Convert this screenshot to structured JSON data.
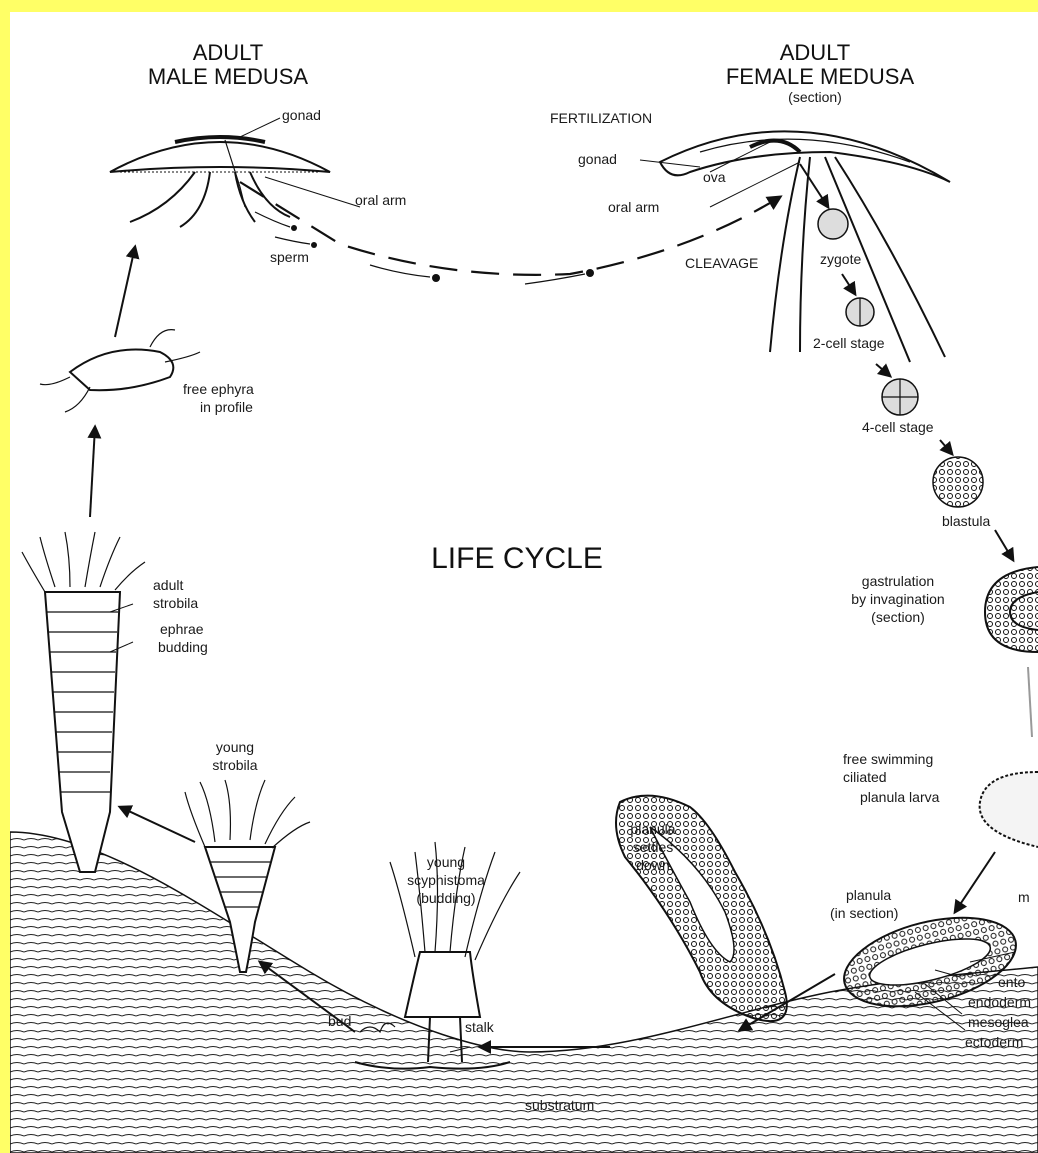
{
  "diagram": {
    "title": "LIFE CYCLE",
    "stages": {
      "male_medusa": {
        "line1": "ADULT",
        "line2": "MALE MEDUSA"
      },
      "female_medusa": {
        "line1": "ADULT",
        "line2": "FEMALE MEDUSA",
        "line3": "(section)"
      }
    },
    "labels": {
      "gonad_male": "gonad",
      "oral_arm_male": "oral arm",
      "sperm": "sperm",
      "fertilization": "FERTILIZATION",
      "gonad_female": "gonad",
      "ova": "ova",
      "oral_arm_female": "oral arm",
      "cleavage": "CLEAVAGE",
      "zygote": "zygote",
      "two_cell": "2-cell stage",
      "four_cell": "4-cell stage",
      "blastula": "blastula",
      "gastrulation_1": "gastrulation",
      "gastrulation_2": "by invagination",
      "gastrulation_3": "(section)",
      "planula_larva_1": "free swimming",
      "planula_larva_2": "ciliated",
      "planula_larva_3": "planula larva",
      "planula_section_1": "planula",
      "planula_section_2": "(in section)",
      "layer_1": "ento",
      "layer_2": "endoderm",
      "layer_3": "mesoglea",
      "layer_4": "ectoderm",
      "layer_edge": "m",
      "settles_1": "planula",
      "settles_2": "settles",
      "settles_3": "down",
      "scyphistoma_1": "young",
      "scyphistoma_2": "scyphistoma",
      "scyphistoma_3": "(budding)",
      "bud": "bud",
      "stalk": "stalk",
      "substratum": "substratum",
      "young_strobila_1": "young",
      "young_strobila_2": "strobila",
      "adult_strobila_1": "adult",
      "adult_strobila_2": "strobila",
      "ephrae_1": "ephrae",
      "ephrae_2": "budding",
      "ephyra_1": "free ephyra",
      "ephyra_2": "in profile"
    },
    "colors": {
      "frame": "#ffff66",
      "ink": "#111111",
      "paper": "#ffffff"
    }
  }
}
